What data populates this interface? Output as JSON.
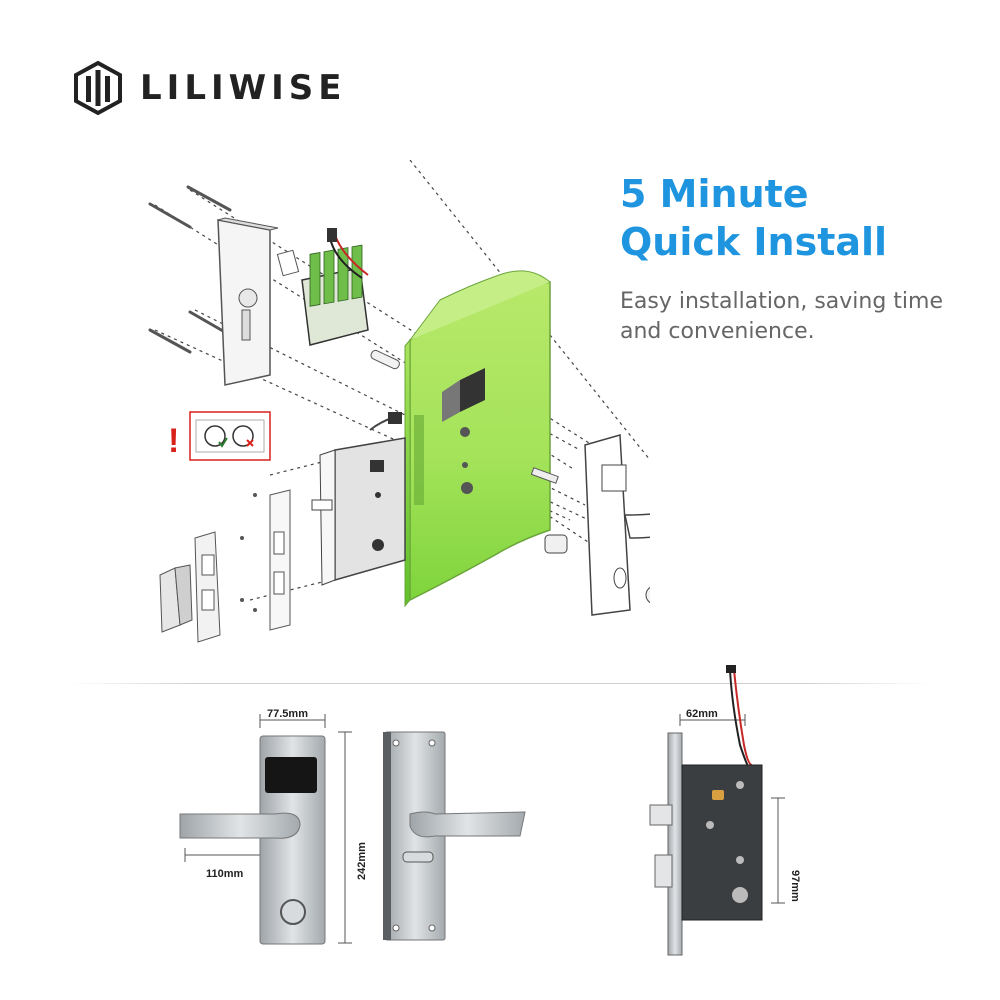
{
  "brand": {
    "name": "LILIWISE",
    "logo_icon": "liliwise-logo-icon"
  },
  "hero": {
    "title_line1": "5 Minute",
    "title_line2": "Quick Install",
    "subtitle": "Easy installation, saving time and convenience.",
    "title_color": "#1f95e0",
    "subtitle_color": "#666666"
  },
  "diagram": {
    "warning_mark": "!",
    "panel_accent": "#9ae64a",
    "warning_color": "#d9211b"
  },
  "dimensions": {
    "front_width": "77.5mm",
    "height": "242mm",
    "handle_length": "110mm",
    "mortise_width": "62mm",
    "mortise_height": "97mm"
  }
}
